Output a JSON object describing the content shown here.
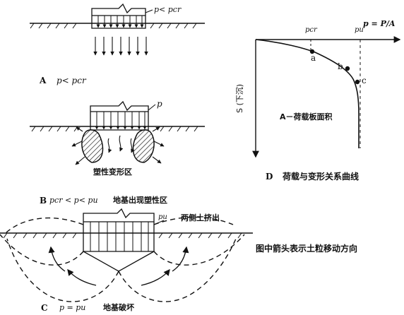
{
  "panel_a": {
    "letter": "A",
    "load_tag": "p< pcr",
    "caption": "p< pcr"
  },
  "panel_b": {
    "letter": "B",
    "load_tag": "p",
    "zone_label": "塑性变形区",
    "caption_cond": "pcr < p< pu",
    "caption_text": "地基出现塑性区"
  },
  "panel_c": {
    "letter": "C",
    "load_tag": "pu",
    "squeeze_label": "两侧土挤出",
    "caption_cond": "p = pu",
    "caption_text": "地基破坏"
  },
  "panel_d": {
    "letter": "D",
    "x_axis_label": "p = P/A",
    "y_axis_label": "S (下沉)",
    "pcr_label": "pcr",
    "pu_label": "pu",
    "point_a": "a",
    "point_b": "b",
    "point_c": "c",
    "note": "A－荷载板面积",
    "caption": "荷载与变形关系曲线"
  },
  "legend_note": "图中箭头表示土粒移动方向",
  "colors": {
    "ink": "#111111",
    "background": "#ffffff"
  }
}
